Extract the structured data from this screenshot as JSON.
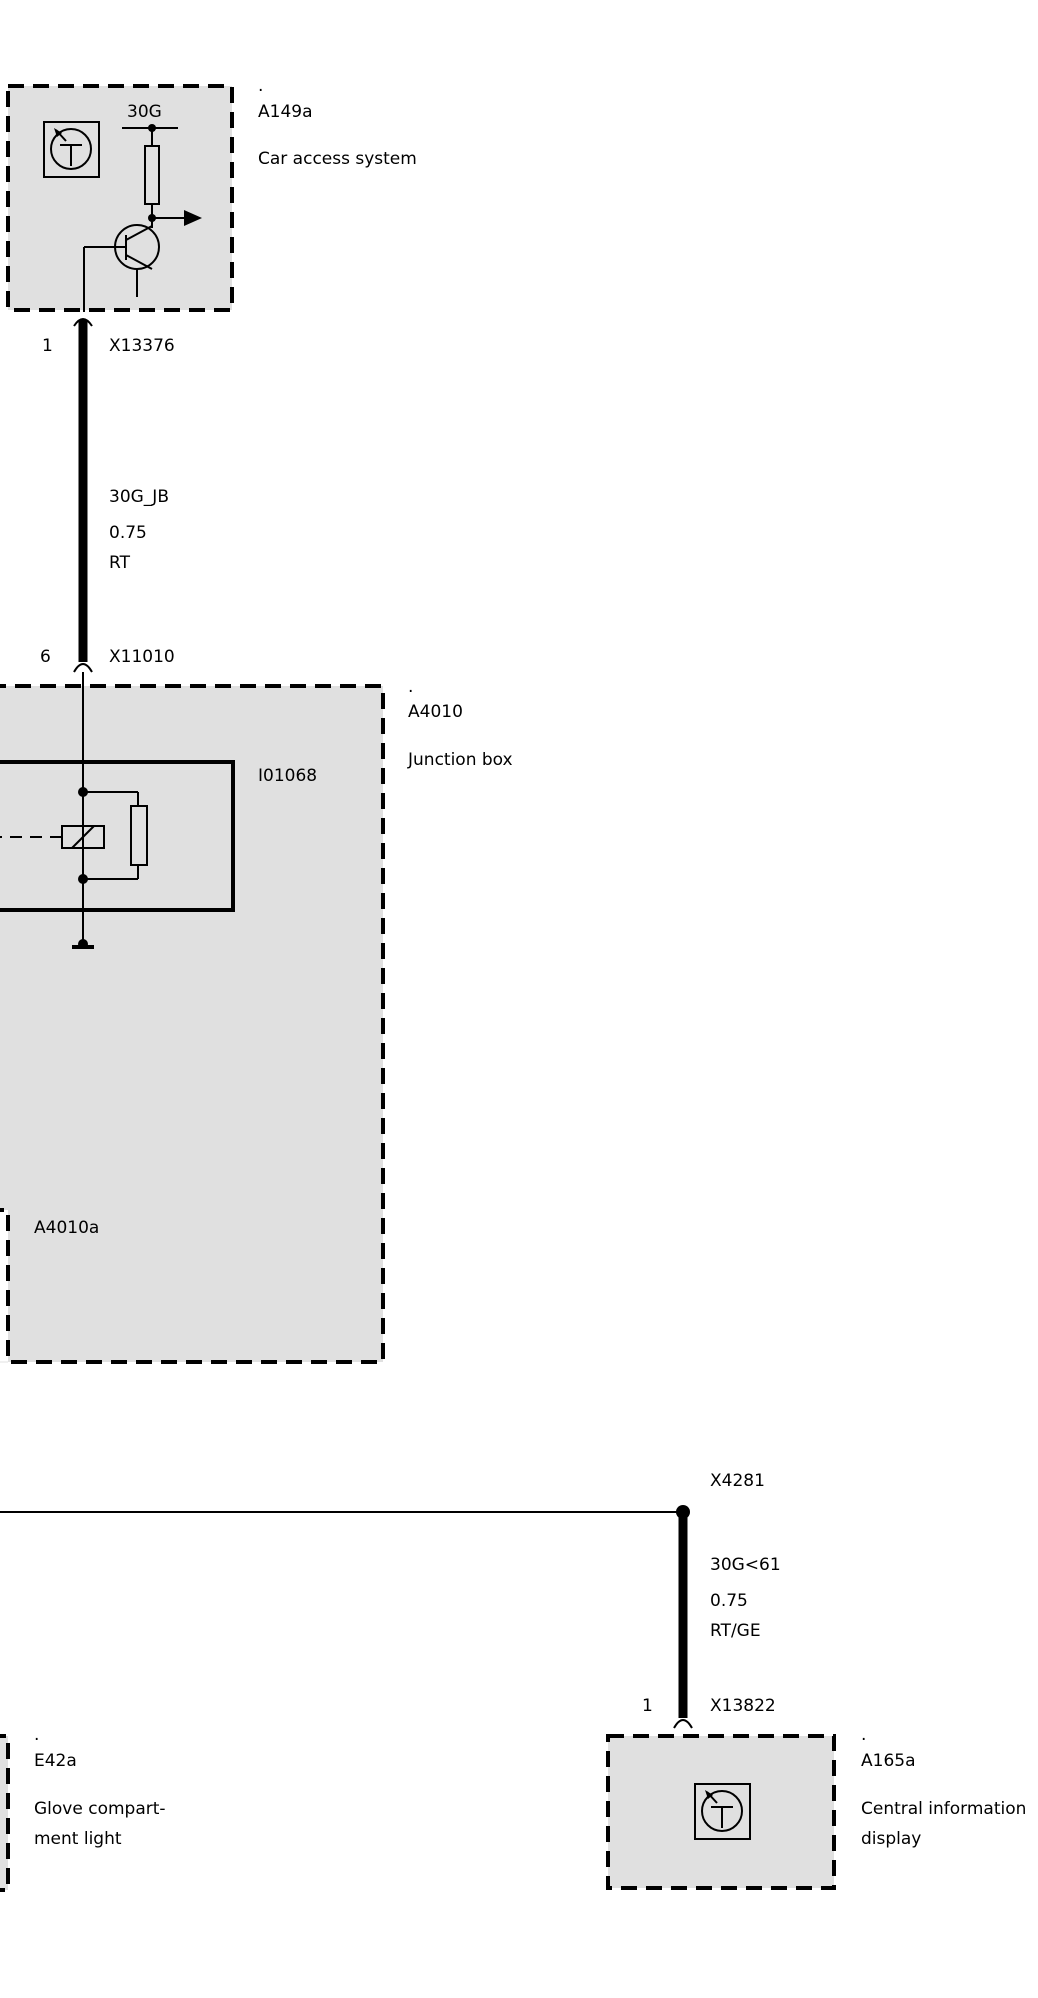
{
  "components": {
    "a149a": {
      "dot": ".",
      "id": "A149a",
      "name": "Car access system",
      "terminal": "30G"
    },
    "a4010": {
      "dot": ".",
      "id": "A4010",
      "name": "Junction box",
      "relay_id": "I01068",
      "sub_id": "A4010a"
    },
    "e42a": {
      "dot": ".",
      "id": "E42a",
      "name_line1": "Glove compart-",
      "name_line2": "ment light"
    },
    "a165a": {
      "dot": ".",
      "id": "A165a",
      "name_line1": "Central information",
      "name_line2": "display"
    }
  },
  "connectors": {
    "x13376": {
      "pin": "1",
      "id": "X13376"
    },
    "x11010": {
      "pin": "6",
      "id": "X11010"
    },
    "x4281": {
      "id": "X4281"
    },
    "x13822": {
      "pin": "1",
      "id": "X13822"
    }
  },
  "wires": {
    "w1": {
      "signal": "30G_JB",
      "gauge": "0.75",
      "color": "RT"
    },
    "w2": {
      "signal": "30G<61",
      "gauge": "0.75",
      "color": "RT/GE"
    }
  }
}
